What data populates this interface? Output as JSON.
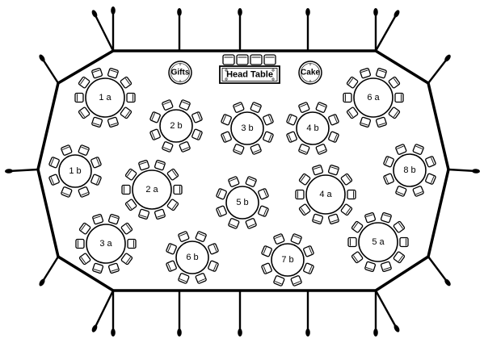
{
  "floor_plan": {
    "head_table": {
      "label": "Head Table",
      "chairs": 4
    },
    "gifts_table": {
      "label": "Gifts"
    },
    "cake_table": {
      "label": "Cake"
    },
    "tables": [
      {
        "label": "1 a",
        "size": "large",
        "chairs": 10
      },
      {
        "label": "2 b",
        "size": "small",
        "chairs": 8
      },
      {
        "label": "3 b",
        "size": "small",
        "chairs": 8
      },
      {
        "label": "4 b",
        "size": "small",
        "chairs": 8
      },
      {
        "label": "6 a",
        "size": "large",
        "chairs": 10
      },
      {
        "label": "1 b",
        "size": "small",
        "chairs": 8
      },
      {
        "label": "2 a",
        "size": "large",
        "chairs": 10
      },
      {
        "label": "5 b",
        "size": "small",
        "chairs": 8
      },
      {
        "label": "4 a",
        "size": "large",
        "chairs": 10
      },
      {
        "label": "8 b",
        "size": "small",
        "chairs": 8
      },
      {
        "label": "3 a",
        "size": "large",
        "chairs": 10
      },
      {
        "label": "6 b",
        "size": "small",
        "chairs": 8
      },
      {
        "label": "7 b",
        "size": "small",
        "chairs": 8
      },
      {
        "label": "5 a",
        "size": "large",
        "chairs": 10
      }
    ]
  }
}
